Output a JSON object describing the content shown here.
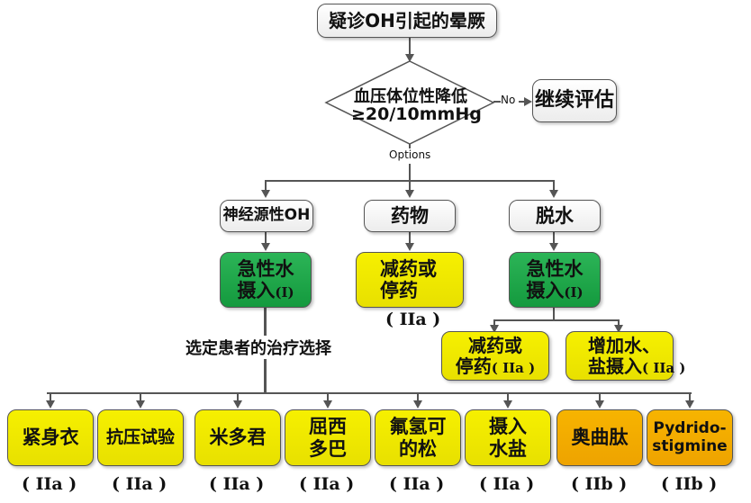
{
  "start": {
    "label": "疑诊OH引起的晕厥"
  },
  "decision": {
    "line1": "血压体位性降低",
    "line2": "≥20/10mmHg",
    "no_label": "No",
    "options_label": "Options"
  },
  "continue_box": {
    "label": "继续评估"
  },
  "categories": [
    {
      "label": "神经源性OH"
    },
    {
      "label": "药物"
    },
    {
      "label": "脱水"
    }
  ],
  "neuro_acute": {
    "line1": "急性水",
    "line2": "摄入",
    "grade": "(Ⅰ)"
  },
  "drug_reduce": {
    "line1": "减药或",
    "line2": "停药",
    "grade": "( IIa )"
  },
  "dehyd_acute": {
    "line1": "急性水",
    "line2": "摄入",
    "grade": "(Ⅰ)"
  },
  "dehyd_children": [
    {
      "line1": "减药或",
      "line2": "停药",
      "grade": "( IIa )"
    },
    {
      "line1": "增加水、",
      "line2": "盐摄入",
      "grade": "( IIa )"
    }
  ],
  "selection_label": "选定患者的治疗选择",
  "treatments": [
    {
      "line1": "紧身衣",
      "line2": "",
      "grade": "( IIa )",
      "color": "#f2ea00"
    },
    {
      "line1": "抗压试验",
      "line2": "",
      "grade": "( IIa )",
      "color": "#f2ea00"
    },
    {
      "line1": "米多君",
      "line2": "",
      "grade": "( IIa )",
      "color": "#f2ea00"
    },
    {
      "line1": "屈西",
      "line2": "多巴",
      "grade": "( IIa )",
      "color": "#f2ea00"
    },
    {
      "line1": "氟氢可",
      "line2": "的松",
      "grade": "( IIa )",
      "color": "#f2ea00"
    },
    {
      "line1": "摄入",
      "line2": "水盐",
      "grade": "( IIa )",
      "color": "#f2ea00"
    },
    {
      "line1": "奥曲肽",
      "line2": "",
      "grade": "( IIb )",
      "color": "#f0aa00"
    },
    {
      "line1": "Pydrido-",
      "line2": "stigmine",
      "grade": "( IIb )",
      "color": "#f0aa00"
    }
  ],
  "colors": {
    "green": "#1aa548",
    "yellow": "#f2ea00",
    "orange": "#f0aa00",
    "line": "#555555"
  }
}
